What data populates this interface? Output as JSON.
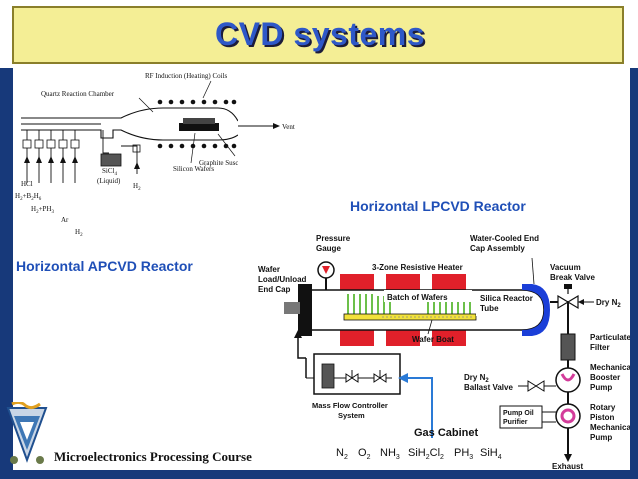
{
  "slide": {
    "title": "CVD systems",
    "footer": "Microelectronics Processing Course"
  },
  "apcvd": {
    "label": "Horizontal APCVD Reactor",
    "coils": "RF Induction (Heating) Coils",
    "chamber": "Quartz Reaction Chamber",
    "vent": "Vent",
    "sicl4": "SiCl",
    "sicl4_sub": "4",
    "liquid": "(Liquid)",
    "wafers": "Silicon Wafers",
    "susceptor": "Graphite Susceptor",
    "gas_hcl": "HCl",
    "gas_h2b2h6_a": "H",
    "gas_h2b2h6_b": "2",
    "gas_h2b2h6_c": "+B",
    "gas_h2b2h6_d": "2",
    "gas_h2b2h6_e": "H",
    "gas_h2b2h6_f": "6",
    "gas_h2ph3_a": "H",
    "gas_h2ph3_b": "2",
    "gas_h2ph3_c": "+PH",
    "gas_h2ph3_d": "3",
    "gas_ar": "Ar",
    "gas_h2_a": "H",
    "gas_h2_b": "2",
    "h2_right_a": "H",
    "h2_right_b": "2"
  },
  "lpcvd": {
    "title": "Horizontal LPCVD Reactor",
    "pressure_gauge_1": "Pressure",
    "pressure_gauge_2": "Gauge",
    "water_cooled_1": "Water-Cooled End",
    "water_cooled_2": "Cap Assembly",
    "heater": "3-Zone Resistive Heater",
    "vacuum_valve_1": "Vacuum",
    "vacuum_valve_2": "Break Valve",
    "wafer_load_1": "Wafer",
    "wafer_load_2": "Load/Unload",
    "wafer_load_3": "End Cap",
    "batch": "Batch of Wafers",
    "silica_tube_1": "Silica Reactor",
    "silica_tube_2": "Tube",
    "dry_n2_top_a": "Dry N",
    "dry_n2_top_b": "2",
    "wafer_boat": "Wafer Boat",
    "particulate_1": "Particulate",
    "particulate_2": "Filter",
    "dry_n2_ballast_a": "Dry N",
    "dry_n2_ballast_b": "2",
    "ballast_valve": "Ballast Valve",
    "booster_1": "Mechanical",
    "booster_2": "Booster",
    "booster_3": "Pump",
    "mfc_1": "Mass Flow Controller",
    "mfc_2": "System",
    "rotary_1": "Rotary",
    "rotary_2": "Piston",
    "rotary_3": "Mechanical",
    "rotary_4": "Pump",
    "pump_oil_1": "Pump Oil",
    "pump_oil_2": "Purifier",
    "gas_cabinet": "Gas Cabinet",
    "gas_n2_a": "N",
    "gas_n2_b": "2",
    "gas_o2_a": "O",
    "gas_o2_b": "2",
    "gas_nh3_a": "NH",
    "gas_nh3_b": "3",
    "gas_sih2cl2_a": "Si",
    "gas_sih2cl2_b": "H",
    "gas_sih2cl2_c": "2",
    "gas_sih2cl2_d": "Cl",
    "gas_sih2cl2_e": "2",
    "gas_ph3_a": "PH",
    "gas_ph3_b": "3",
    "gas_sih4_a": "SiH",
    "gas_sih4_b": "4",
    "exhaust": "Exhaust"
  },
  "colors": {
    "title_bg": "#f4ee95",
    "title_text": "#2e58c8",
    "frame": "#17397a",
    "heater_red": "#e0202a",
    "wafer_green": "#6cc04a",
    "boat_yellow": "#f2e23a",
    "endcap_blue": "#1b3fd8",
    "pump_magenta": "#d33c9a",
    "arrow_blue": "#2a7ad6"
  }
}
